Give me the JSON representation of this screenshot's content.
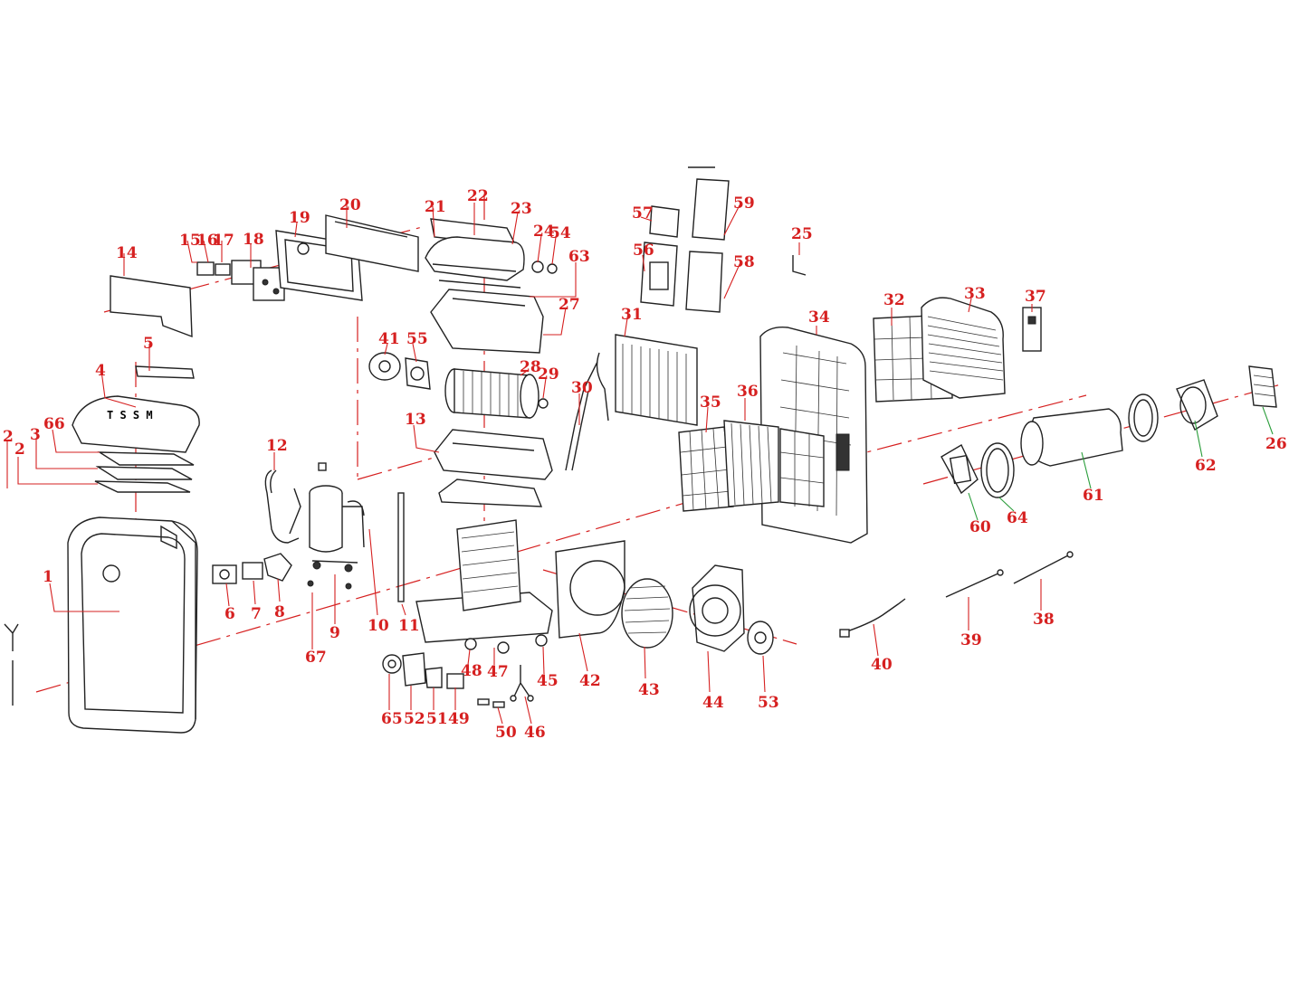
{
  "diagram": {
    "callouts": [
      "1",
      "2",
      "2",
      "3",
      "4",
      "5",
      "66",
      "6",
      "7",
      "8",
      "9",
      "10",
      "11",
      "12",
      "13",
      "14",
      "15",
      "16",
      "17",
      "18",
      "19",
      "20",
      "21",
      "22",
      "23",
      "24",
      "54",
      "63",
      "27",
      "28",
      "29",
      "41",
      "55",
      "30",
      "31",
      "57",
      "59",
      "56",
      "58",
      "25",
      "34",
      "32",
      "33",
      "37",
      "35",
      "36",
      "26",
      "62",
      "61",
      "64",
      "60",
      "40",
      "39",
      "38",
      "42",
      "43",
      "44",
      "53",
      "45",
      "46",
      "47",
      "48",
      "49",
      "50",
      "51",
      "52",
      "65",
      "67"
    ]
  }
}
